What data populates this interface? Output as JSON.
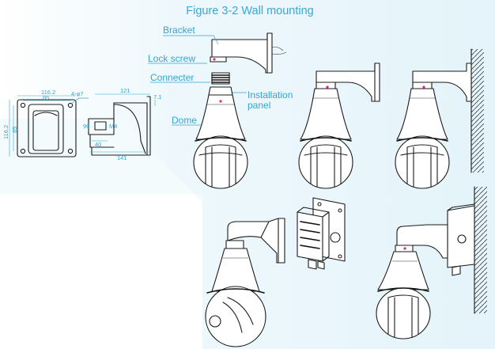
{
  "figure": {
    "title": "Figure 3-2 Wall mounting"
  },
  "labels": {
    "bracket": "Bracket",
    "lock_screw": "Lock screw",
    "connecter": "Connecter",
    "installation_line1": "Installation",
    "installation_line2": "panel",
    "dome": "Dome"
  },
  "dimensions": {
    "plate_width": "116.2",
    "hole_spacing_h": "85",
    "hole_spec": "4-φ7",
    "plate_height": "116.2",
    "hole_spacing_v": "85",
    "arm_length": "121",
    "arm_thickness": "7.1",
    "total_length": "141",
    "mount_width": "40",
    "mount_height_a": "96",
    "mount_height_b": "M4"
  },
  "colors": {
    "accent": "#2fa6d4",
    "background_tint": "#e9f6fb",
    "marker": "#e0287a",
    "line": "#1b1b1b"
  }
}
